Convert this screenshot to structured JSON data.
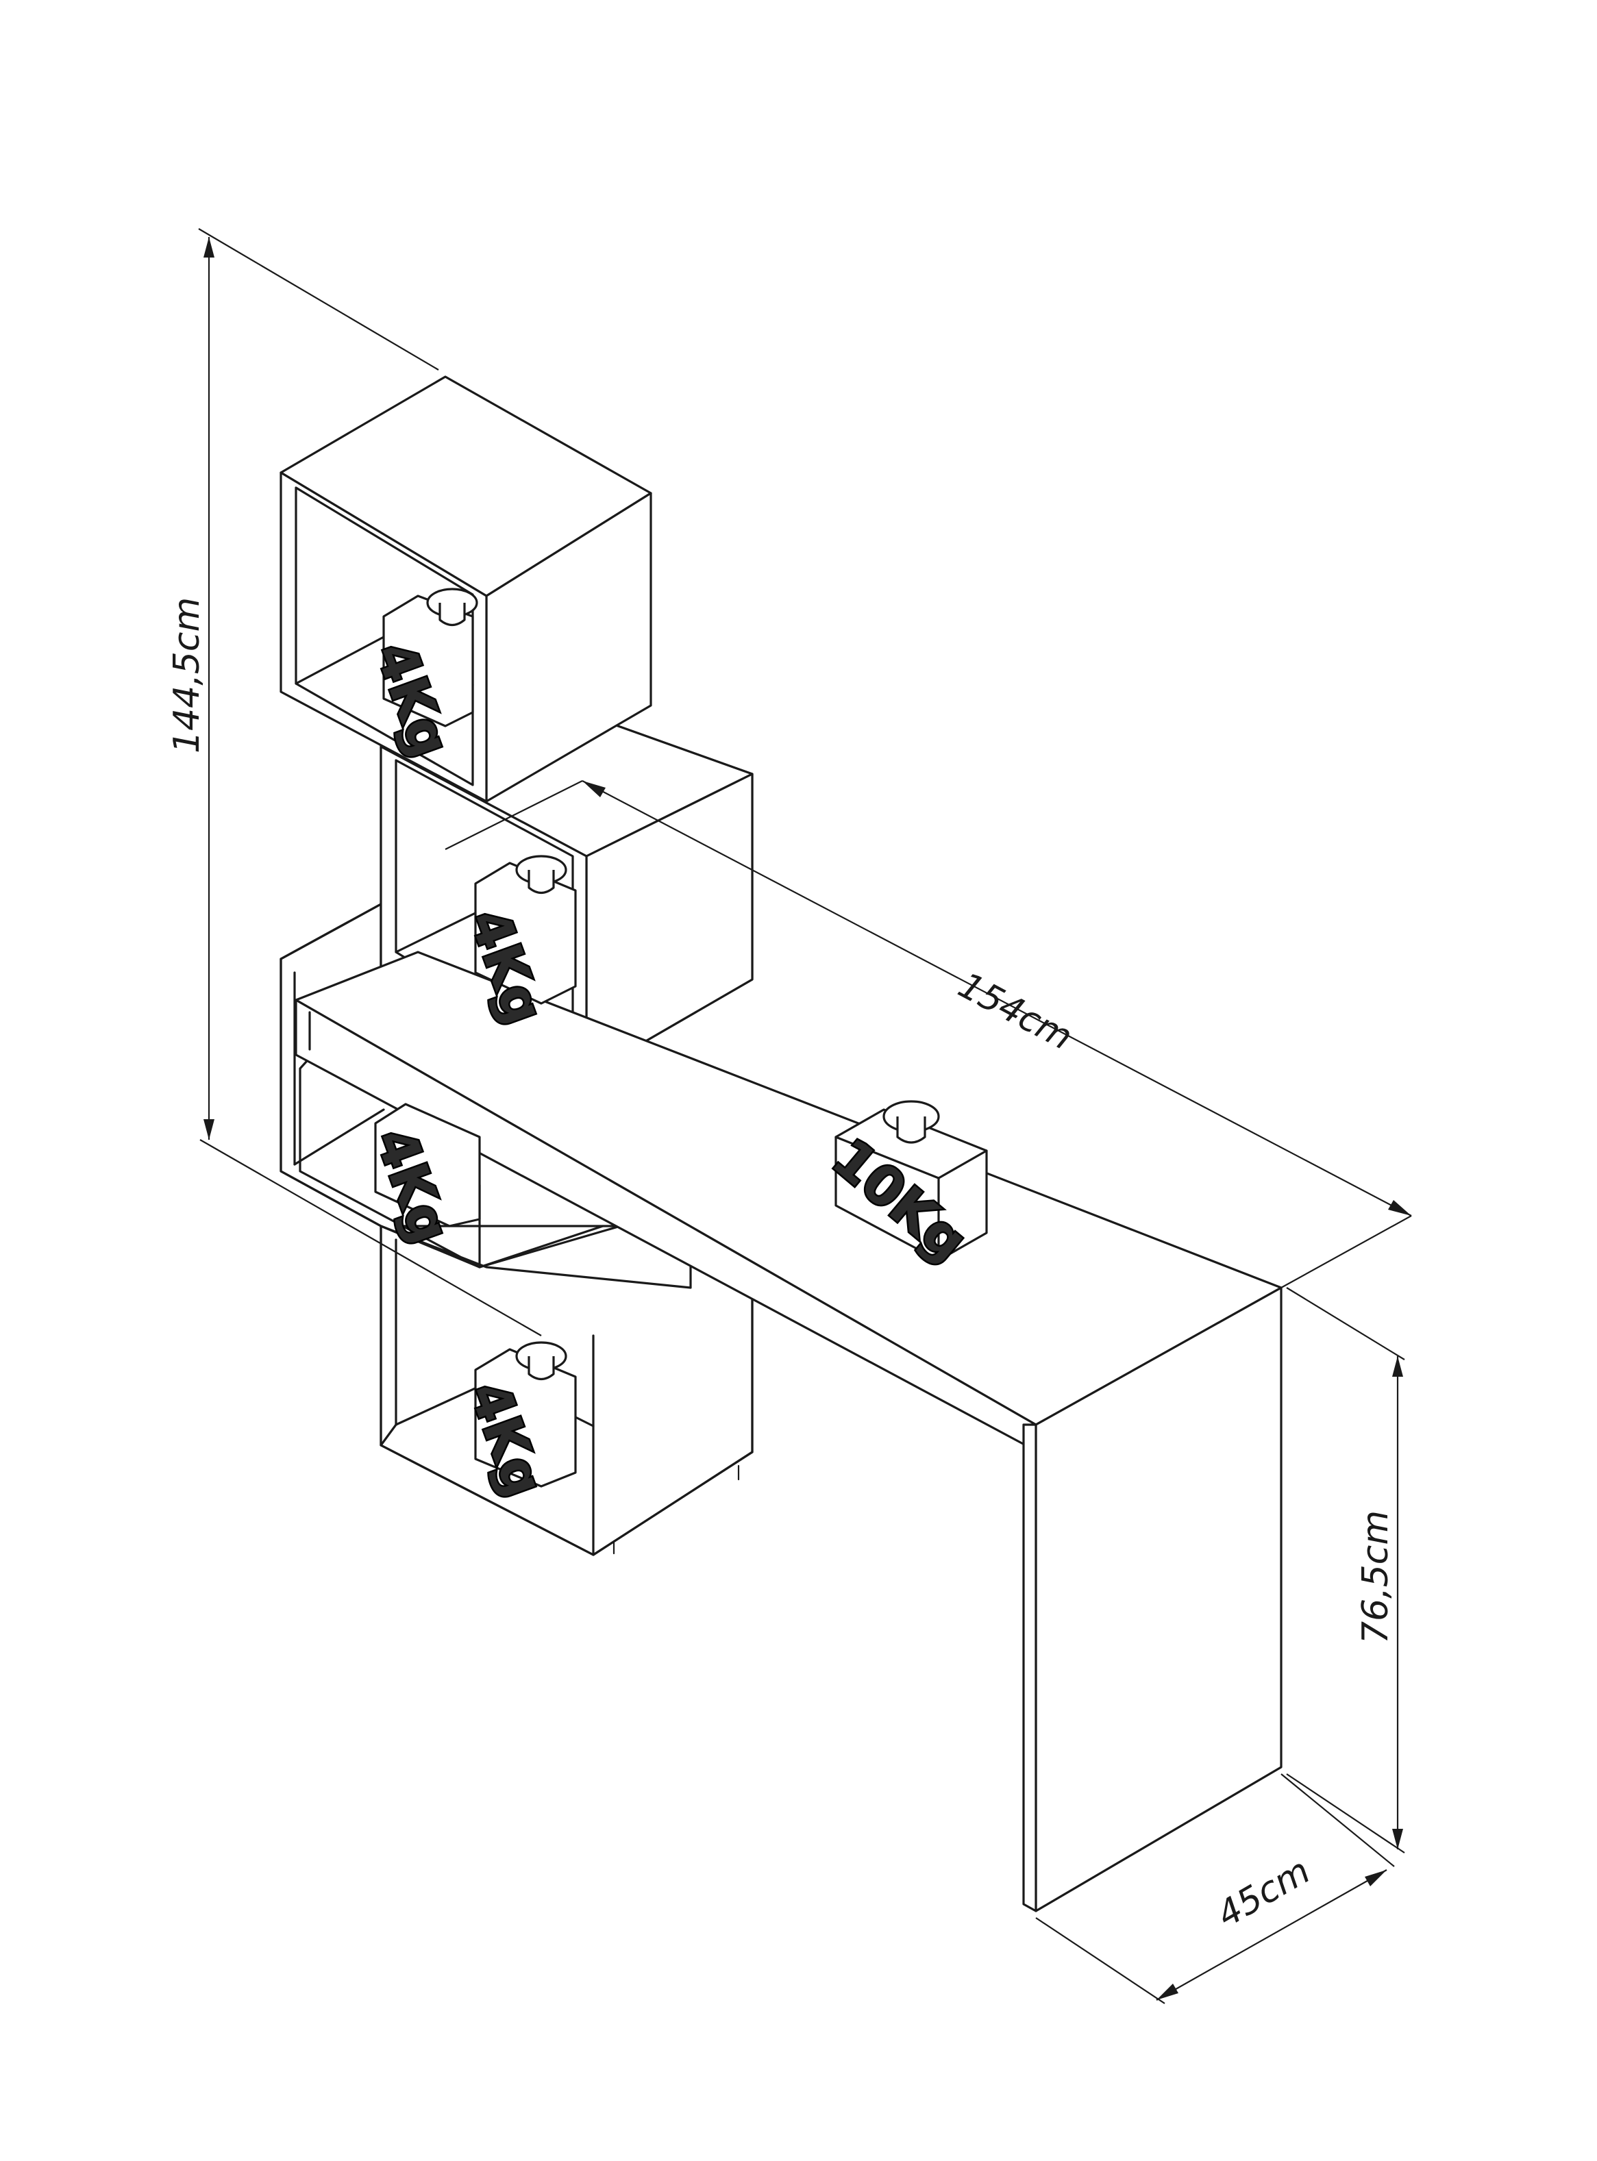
{
  "diagram": {
    "dimensions": {
      "total_height": "144,5cm",
      "desk_width": "154cm",
      "desk_height": "76,5cm",
      "desk_depth": "45cm"
    },
    "weights": {
      "cube_top": "4Kg",
      "cube_upper_mid": "4Kg",
      "cube_lower_mid": "4Kg",
      "cube_bottom": "4Kg",
      "desktop": "10Kg"
    }
  }
}
